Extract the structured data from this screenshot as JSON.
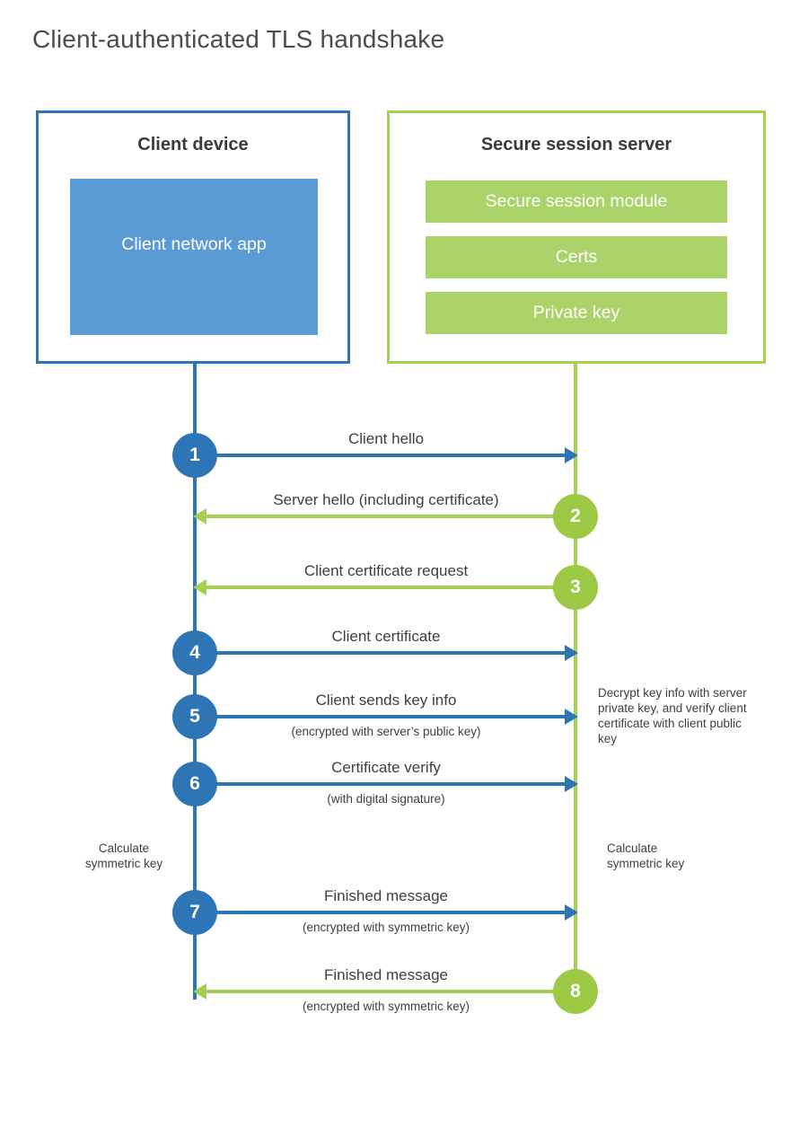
{
  "page": {
    "title": "Client-authenticated TLS handshake"
  },
  "client_box": {
    "title": "Client device",
    "app_label": "Client network app"
  },
  "server_box": {
    "title": "Secure session server",
    "modules": [
      "Secure session module",
      "Certs",
      "Private key"
    ]
  },
  "messages": [
    {
      "number": "1",
      "label": "Client hello",
      "sublabel": "",
      "direction": "right",
      "from": "client",
      "to": "server"
    },
    {
      "number": "2",
      "label": "Server hello (including certificate)",
      "sublabel": "",
      "direction": "left",
      "from": "server",
      "to": "client"
    },
    {
      "number": "3",
      "label": "Client certificate request",
      "sublabel": "",
      "direction": "left",
      "from": "server",
      "to": "client"
    },
    {
      "number": "4",
      "label": "Client certificate",
      "sublabel": "",
      "direction": "right",
      "from": "client",
      "to": "server"
    },
    {
      "number": "5",
      "label": "Client sends key info",
      "sublabel": "(encrypted with server’s public key)",
      "direction": "right",
      "from": "client",
      "to": "server"
    },
    {
      "number": "6",
      "label": "Certificate verify",
      "sublabel": "(with digital signature)",
      "direction": "right",
      "from": "client",
      "to": "server"
    },
    {
      "number": "7",
      "label": "Finished message",
      "sublabel": "(encrypted with symmetric key)",
      "direction": "right",
      "from": "client",
      "to": "server"
    },
    {
      "number": "8",
      "label": "Finished message",
      "sublabel": "(encrypted with symmetric key)",
      "direction": "left",
      "from": "server",
      "to": "client"
    }
  ],
  "notes": {
    "decrypt_note": "Decrypt key info with server private key, and verify client certificate with client public key",
    "calculate_left": "Calculate symmetric key",
    "calculate_right": "Calculate symmetric key"
  },
  "colors": {
    "blue": "#2e75b6",
    "blue_fill": "#5b9bd5",
    "green": "#9dca44",
    "green_line": "#a6d055",
    "green_fill": "#abd36a",
    "text_dark": "#3f3f3f",
    "title_gray": "#4c4d52"
  }
}
